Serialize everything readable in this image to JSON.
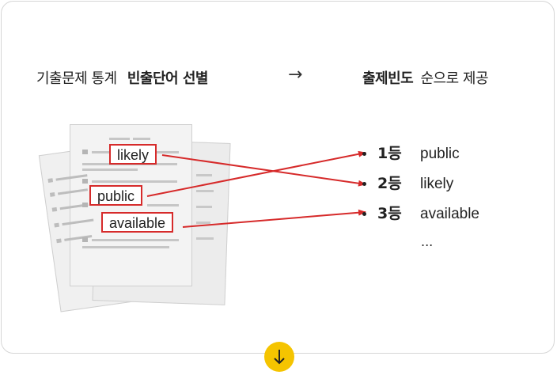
{
  "header": {
    "left_normal": "기출문제 통계",
    "left_bold": "빈출단어 선별",
    "arrow": "→",
    "right_bold": "출제빈도",
    "right_normal": "순으로 제공"
  },
  "words": {
    "likely": "likely",
    "public": "public",
    "available": "available"
  },
  "ranking": [
    {
      "rank": "1등",
      "word": "public"
    },
    {
      "rank": "2등",
      "word": "likely"
    },
    {
      "rank": "3등",
      "word": "available"
    }
  ],
  "ellipsis": "...",
  "colors": {
    "accent": "#d62a2a",
    "button": "#f5c400",
    "paper": "#f0f0f0"
  },
  "icons": {
    "down_button": "arrow-down-icon"
  }
}
